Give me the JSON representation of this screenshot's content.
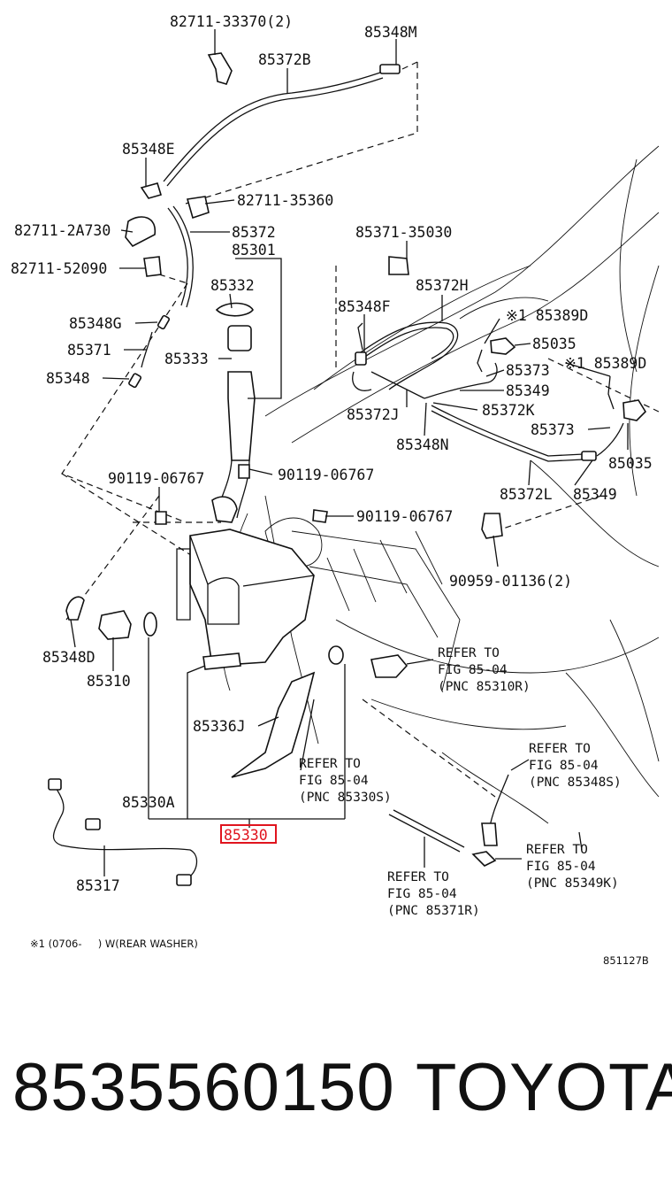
{
  "diagram": {
    "labels": [
      "82711-33370(2)",
      "85348M",
      "85372B",
      "85348E",
      "82711-35360",
      "82711-2A730",
      "85372",
      "85301",
      "82711-52090",
      "85332",
      "85371-35030",
      "85372H",
      "85348G",
      "85371",
      "85333",
      "85348",
      "85348F",
      "※1 85389D",
      "85035",
      "85373",
      "※1 85389D",
      "85349",
      "85372J",
      "85372K",
      "85348N",
      "85373",
      "85035",
      "90119-06767",
      "90119-06767",
      "85372L",
      "85349",
      "90119-06767",
      "90959-01136(2)",
      "85348D",
      "85310",
      "85336J",
      "85330A",
      "85330",
      "85317"
    ],
    "highlighted_label": "85330",
    "refs": [
      [
        "REFER TO",
        "FIG 85-04",
        "(PNC 85310R)"
      ],
      [
        "REFER TO",
        "FIG 85-04",
        "(PNC 85348S)"
      ],
      [
        "REFER TO",
        "FIG 85-04",
        "(PNC 85330S)"
      ],
      [
        "REFER TO",
        "FIG 85-04",
        "(PNC 85349K)"
      ],
      [
        "REFER TO",
        "FIG 85-04",
        "(PNC 85371R)"
      ]
    ],
    "footnote": "※1 (0706-     ) W(REAR WASHER)",
    "figure_code": "851127B",
    "highlight_color": "#e0141e"
  },
  "footer": {
    "part_number": "8535560150",
    "brand": "TOYOTA"
  }
}
